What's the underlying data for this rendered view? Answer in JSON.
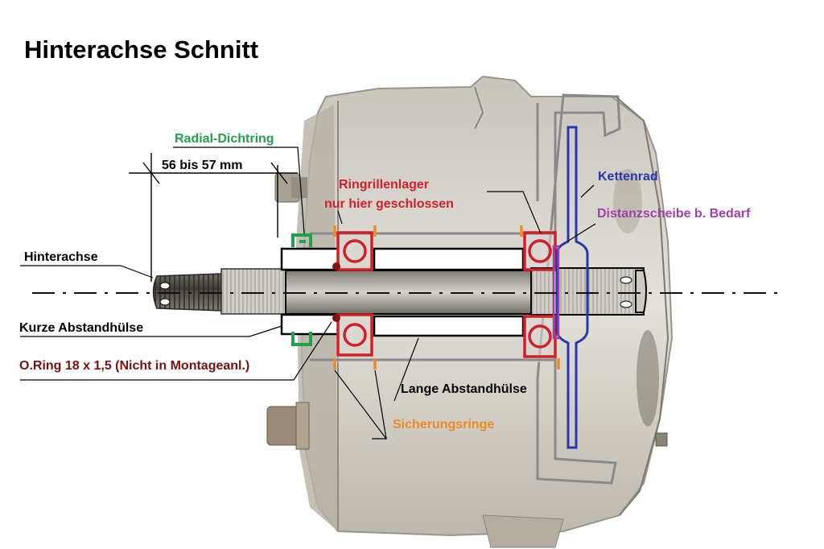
{
  "title": "Hinterachse Schnitt",
  "dimension": "56 bis 57 mm",
  "labels": {
    "radial_dichtring": "Radial-Dichtring",
    "ringrillenlager_1": "Ringrillenlager",
    "ringrillenlager_2": "nur hier geschlossen",
    "kettenrad": "Kettenrad",
    "distanzscheibe": "Distanzscheibe b. Bedarf",
    "hinterachse": "Hinterachse",
    "kurze_abstandhuelse": "Kurze Abstandhülse",
    "o_ring": "O.Ring 18 x 1,5 (Nicht in Montageanl.)",
    "lange_abstandhuelse": "Lange Abstandhülse",
    "sicherungsringe": "Sicherungsringe"
  },
  "colors": {
    "black": "#000000",
    "green": "#22a04a",
    "red": "#d0202a",
    "blue": "#2838a8",
    "purple": "#a040a8",
    "orange": "#f08a24",
    "maroon": "#7a1010",
    "housing_gray": "#8a8a8a",
    "metal_light": "#d8d4cc",
    "metal_dark": "#6e6a62"
  }
}
